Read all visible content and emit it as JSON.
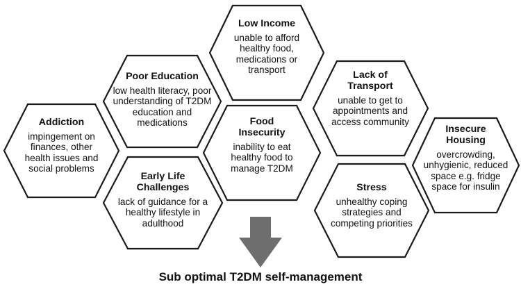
{
  "hexagons": {
    "low_income": {
      "title": "Low Income",
      "desc": "unable to afford healthy food, medications or transport"
    },
    "poor_education": {
      "title": "Poor Education",
      "desc": "low health literacy, poor understanding of  T2DM education and medications"
    },
    "lack_of_transport": {
      "title": "Lack of Transport",
      "desc": "unable to get to appointments and access community"
    },
    "addiction": {
      "title": "Addiction",
      "desc": "impingement on finances, other health issues and social problems"
    },
    "food_insecurity": {
      "title": "Food Insecurity",
      "desc": "inability to eat healthy food to manage T2DM"
    },
    "insecure_housing": {
      "title": "Insecure Housing",
      "desc": "overcrowding, unhygienic, reduced space e.g. fridge space for insulin"
    },
    "early_life_challenges": {
      "title": "Early Life Challenges",
      "desc": "lack of guidance for a healthy lifestyle in adulthood"
    },
    "stress": {
      "title": "Stress",
      "desc": "unhealthy coping strategies and competing priorities"
    }
  },
  "outcome": "Sub optimal T2DM self-management",
  "colors": {
    "hex_stroke": "#1a1a1a",
    "hex_fill": "#ffffff",
    "arrow": "#6e6e6e"
  }
}
